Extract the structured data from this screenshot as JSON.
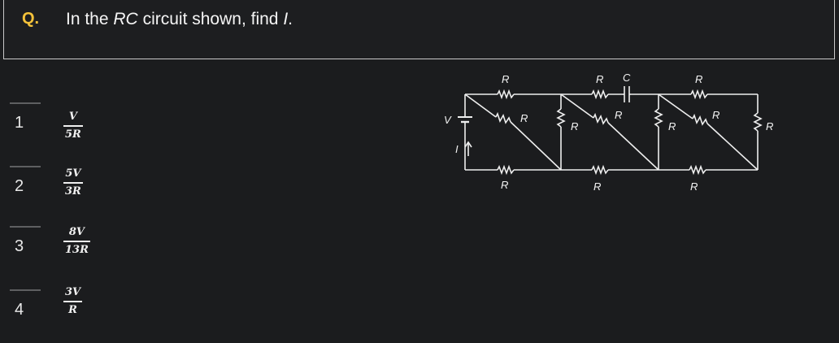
{
  "question": {
    "label": "Q.",
    "text_prefix": "In the ",
    "text_rc": "RC",
    "text_mid": " circuit shown, find ",
    "text_i": "I",
    "text_suffix": "."
  },
  "options": [
    {
      "number": "1",
      "numerator": "V",
      "denominator": "5R"
    },
    {
      "number": "2",
      "numerator": "5V",
      "denominator": "3R"
    },
    {
      "number": "3",
      "numerator": "8V",
      "denominator": "13R"
    },
    {
      "number": "4",
      "numerator": "3V",
      "denominator": "R"
    }
  ],
  "circuit": {
    "labels": {
      "resistor": "R",
      "capacitor": "C",
      "voltage": "V",
      "current": "I"
    },
    "colors": {
      "wire": "#eeeeee"
    }
  }
}
